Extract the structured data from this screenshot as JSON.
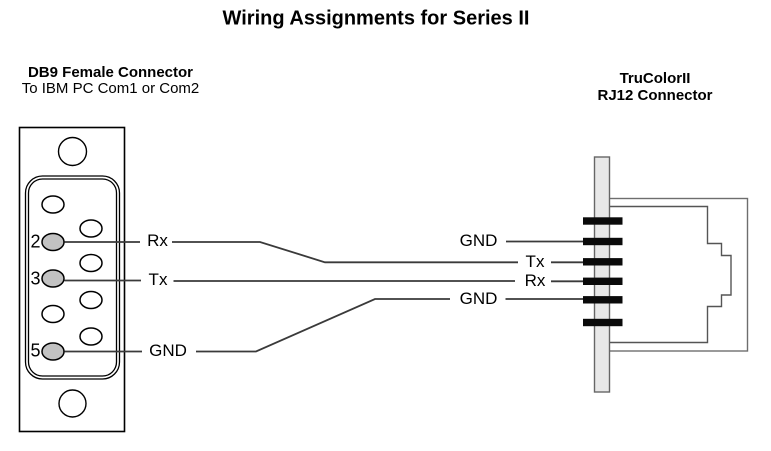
{
  "title": "Wiring Assignments for Series II",
  "header_left": {
    "line1": "DB9 Female Connector",
    "line2": "To IBM PC Com1 or Com2"
  },
  "header_right": {
    "line1": "TruColorII",
    "line2": "RJ12 Connector"
  },
  "db9": {
    "pin_labels": {
      "p2": "2",
      "p3": "3",
      "p5": "5"
    },
    "wire_labels": {
      "rx": "Rx",
      "tx": "Tx",
      "gnd": "GND"
    },
    "total_pins": 9,
    "shaded_pins": [
      "2",
      "3",
      "5"
    ]
  },
  "rj12": {
    "wire_labels": {
      "gnd_top": "GND",
      "tx": "Tx",
      "rx": "Rx",
      "gnd_bottom": "GND"
    },
    "pin_bar_count": 6
  },
  "connections": [
    {
      "db9_pin": "2",
      "db9_signal": "Rx",
      "rj12_signal": "Tx"
    },
    {
      "db9_pin": "3",
      "db9_signal": "Tx",
      "rj12_signal": "Rx"
    },
    {
      "db9_pin": "5",
      "db9_signal": "GND",
      "rj12_signal": "GND"
    },
    {
      "db9_pin": "",
      "db9_signal": "",
      "rj12_signal": "GND"
    }
  ],
  "colors": {
    "pin_fill": "#c2c2c2",
    "strip_fill": "#e8e8e8",
    "bar_fill": "#0a0a0a",
    "wire_stroke": "#3a3a3a",
    "outline": "#000000",
    "jack_outline": "#6e6e6e",
    "text": "#000000",
    "background": "#ffffff"
  }
}
